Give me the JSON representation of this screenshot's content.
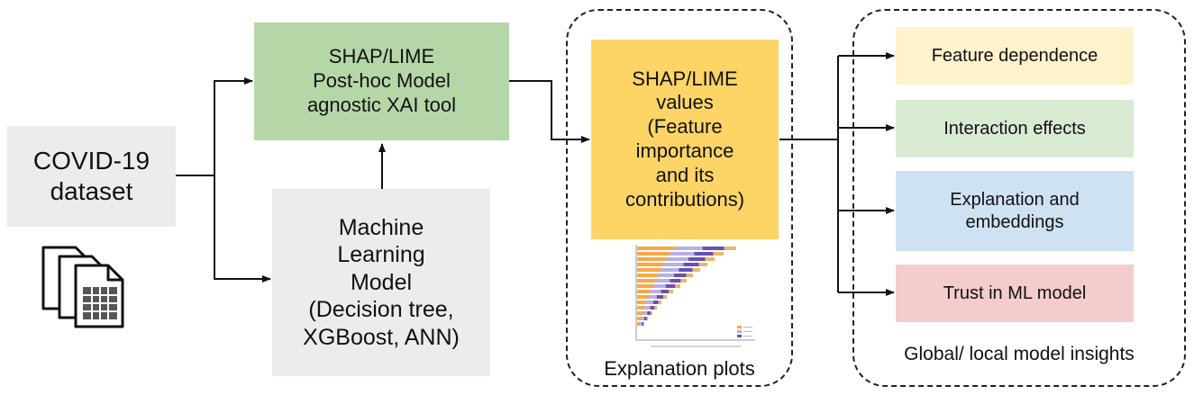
{
  "nodes": {
    "dataset": "COVID-19\ndataset",
    "xai_tool": "SHAP/LIME\nPost-hoc Model\nagnostic XAI tool",
    "ml_model": "Machine\nLearning\nModel\n(Decision tree,\nXGBoost, ANN)",
    "values": "SHAP/LIME\nvalues\n(Feature\nimportance\nand its\ncontributions)"
  },
  "insights": [
    "Feature dependence",
    "Interaction effects",
    "Explanation and\nembeddings",
    "Trust in ML model"
  ],
  "captions": {
    "plots": "Explanation plots",
    "insights": "Global/ local model insights"
  },
  "icons": {
    "dataset": "spreadsheet-files-icon",
    "plot": "shap-summary-plot-thumbnail"
  },
  "colors": {
    "dataset": "#ececec",
    "xai_tool": "#b5d7a8",
    "ml_model": "#ececec",
    "values": "#fdd466",
    "insight_1": "#fff2cc",
    "insight_2": "#d9ead3",
    "insight_3": "#cfe2f3",
    "insight_4": "#f4cccc"
  }
}
